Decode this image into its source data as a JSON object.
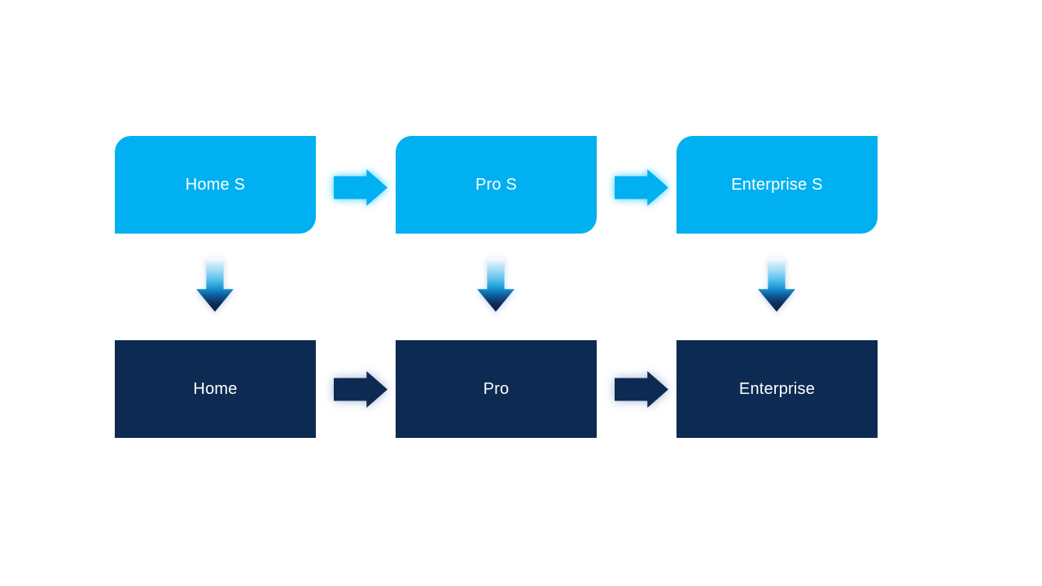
{
  "diagram": {
    "background": "#FFFFFF",
    "colors": {
      "top_box_fill": "#00B0F0",
      "bottom_box_fill": "#0D2A52",
      "label_text": "#FFFFFF",
      "top_arrow_fill": "#00B0F0",
      "bottom_arrow_fill": "#0D2A52",
      "down_arrow_gradient_start": "#FFFFFF",
      "down_arrow_gradient_mid": "#1593D2",
      "down_arrow_gradient_end": "#0A1F3E"
    },
    "columns": [
      {
        "top_label": "Home S",
        "bottom_label": "Home"
      },
      {
        "top_label": "Pro S",
        "bottom_label": "Pro"
      },
      {
        "top_label": "Enterprise S",
        "bottom_label": "Enterprise"
      }
    ],
    "icons": {
      "horizontal_connector": "right-arrow-icon",
      "vertical_connector": "down-arrow-icon"
    }
  }
}
